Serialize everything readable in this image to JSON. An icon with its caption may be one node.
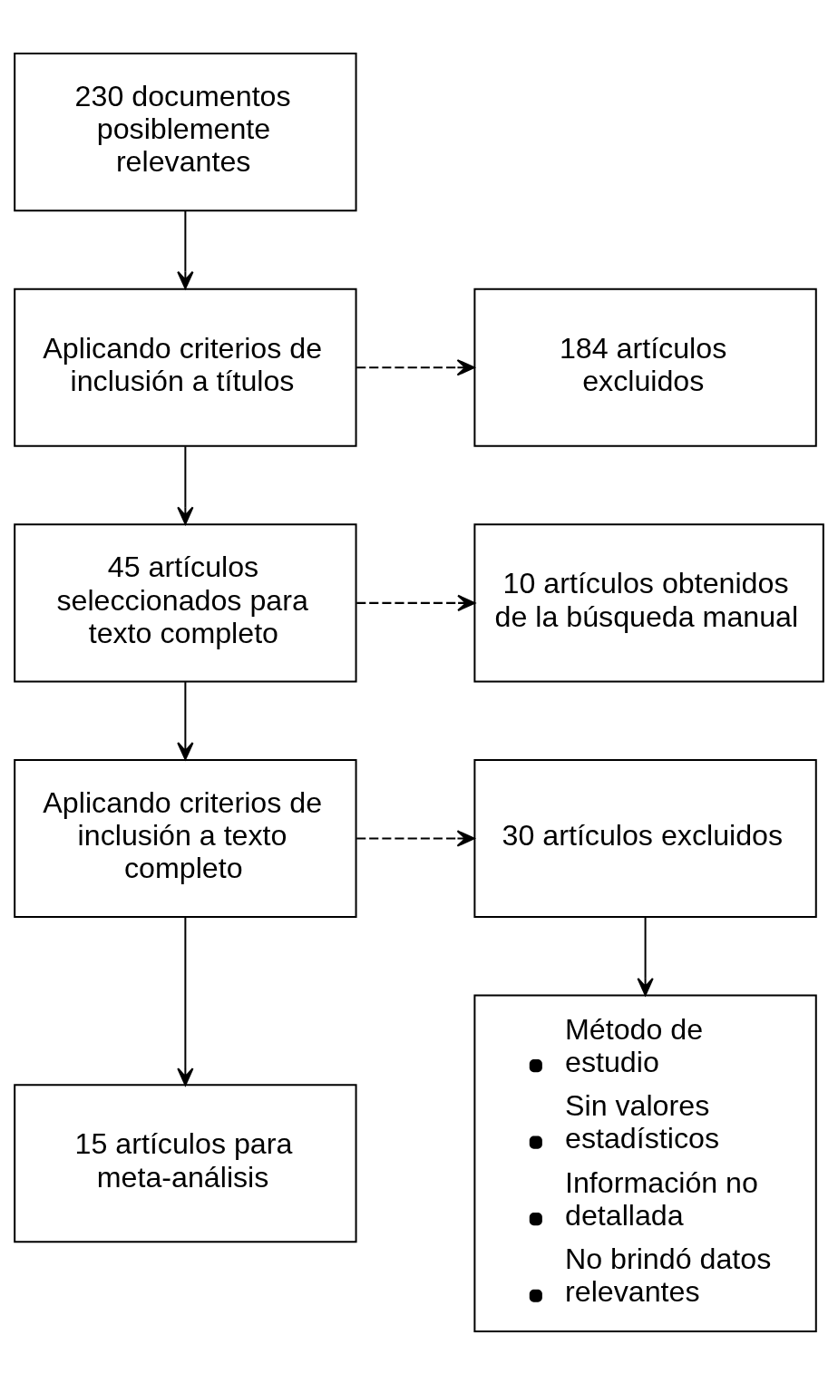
{
  "diagram": {
    "nodes": [
      {
        "text": [
          "230 documentos posiblemente relevantes"
        ]
      },
      {
        "text": [
          "Aplicando criterios de inclusión a títulos"
        ]
      },
      {
        "text": [
          "184 artículos excluidos"
        ]
      },
      {
        "text": [
          "45 artículos seleccionados para texto completo"
        ]
      },
      {
        "text": [
          "10 artículos obtenidos de la búsqueda manual"
        ]
      },
      {
        "text": [
          "Aplicando criterios de inclusión a texto completo"
        ]
      },
      {
        "text": [
          "30 artículos excluidos"
        ]
      },
      {
        "text": [
          "15 artículos para meta-análisis"
        ]
      },
      {
        "text": [
          "Método de estudio",
          "Sin valores estadísticos",
          "Información no detallada",
          "No brindó datos relevantes"
        ]
      }
    ],
    "edges": [
      {
        "from": 0,
        "to": 1,
        "arrow": "to"
      },
      {
        "from": 1,
        "to": 3,
        "arrow": "to"
      },
      {
        "from": 1,
        "to": 2,
        "arrow": "to",
        "style": "dashed"
      },
      {
        "from": 3,
        "to": 5,
        "arrow": "to"
      },
      {
        "from": 3,
        "to": 4,
        "arrow": "to",
        "style": "dashed"
      },
      {
        "from": 5,
        "to": 7,
        "arrow": "to"
      },
      {
        "from": 5,
        "to": 6,
        "arrow": "to",
        "style": "dashed"
      },
      {
        "from": 6,
        "to": 8,
        "arrow": "to"
      }
    ]
  }
}
